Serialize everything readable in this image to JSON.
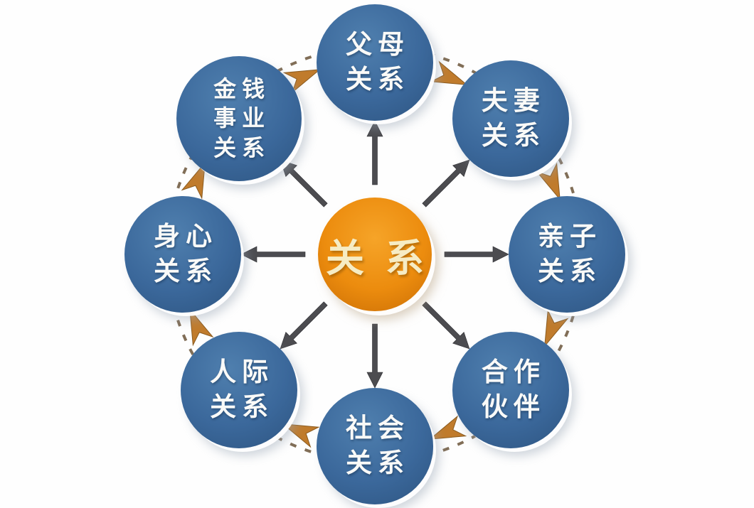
{
  "diagram": {
    "type": "hub-and-spoke",
    "center_node": {
      "label": "关系"
    },
    "nodes": [
      {
        "id": "parents",
        "label": "父母关系",
        "lines": [
          "父母",
          "关系"
        ],
        "angle": 0
      },
      {
        "id": "couple",
        "label": "夫妻关系",
        "lines": [
          "夫妻",
          "关系"
        ],
        "angle": 45
      },
      {
        "id": "parent-child",
        "label": "亲子关系",
        "lines": [
          "亲子",
          "关系"
        ],
        "angle": 90
      },
      {
        "id": "partners",
        "label": "合作伙伴",
        "lines": [
          "合作",
          "伙伴"
        ],
        "angle": 135
      },
      {
        "id": "social",
        "label": "社会关系",
        "lines": [
          "社会",
          "关系"
        ],
        "angle": 180
      },
      {
        "id": "interpersonal",
        "label": "人际关系",
        "lines": [
          "人际",
          "关系"
        ],
        "angle": 225
      },
      {
        "id": "body-mind",
        "label": "身心关系",
        "lines": [
          "身心",
          "关系"
        ],
        "angle": 270
      },
      {
        "id": "money-career",
        "label": "金钱事业关系",
        "lines": [
          "金钱",
          "事业",
          "关系"
        ],
        "angle": 315
      }
    ],
    "connections": {
      "spokes": {
        "from": "center",
        "direction": "outward",
        "count": 8
      },
      "ring": {
        "style": "dashed",
        "flow": "clockwise",
        "arrow_count": 8
      }
    },
    "colors": {
      "background": "#fefefe",
      "node_fill": "#3b689b",
      "node_light": "#4f7fae",
      "node_dark": "#2d5480",
      "node_text": "#fafaf8",
      "center_fill": "#ec8c0e",
      "center_light": "#f6a428",
      "center_dark": "#c96d05",
      "center_text": "#f6ecc4",
      "spoke_arrow": "#4c4c50",
      "ring_dash": "#6b553a",
      "ring_arrow": "#c07b2c"
    }
  }
}
